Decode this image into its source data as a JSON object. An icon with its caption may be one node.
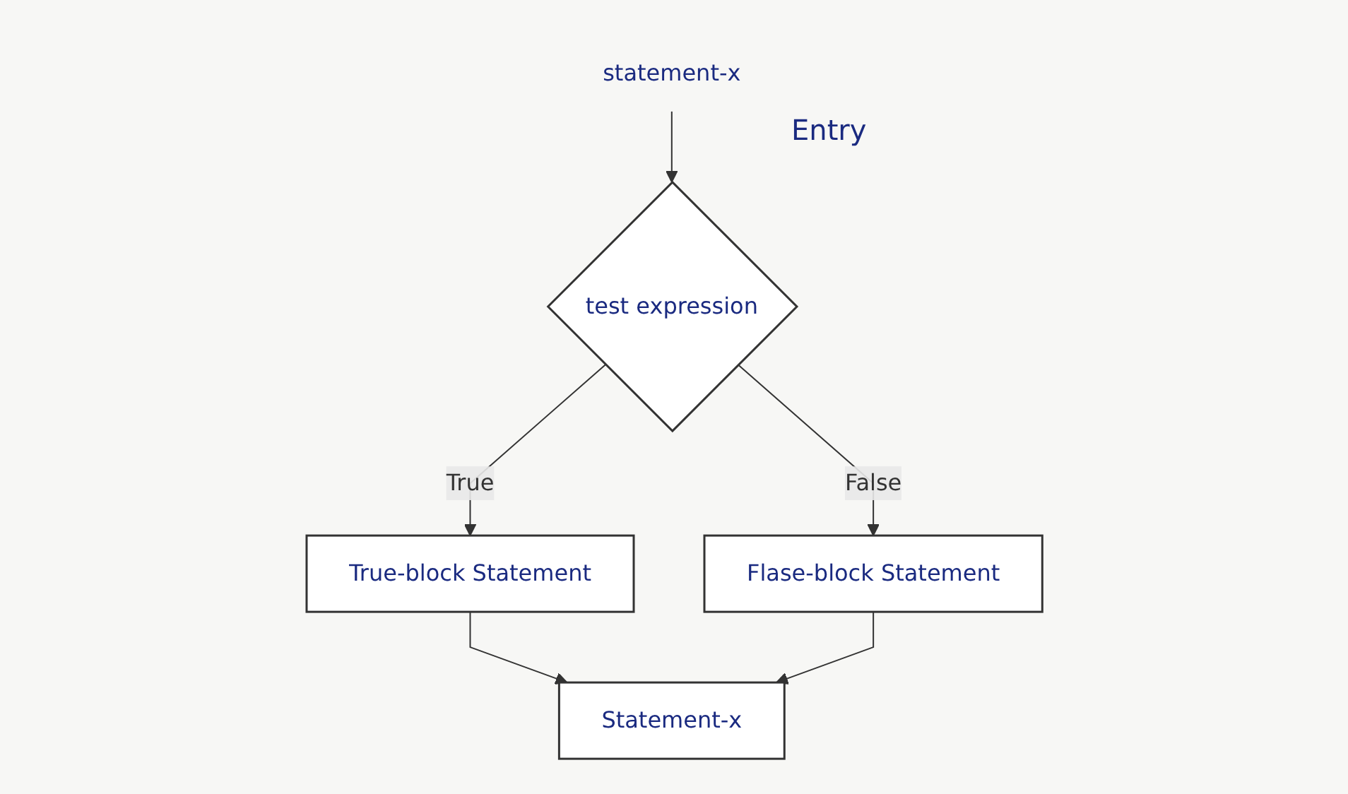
{
  "diagram": {
    "nodes": [
      {
        "text": [
          "statement-x"
        ]
      },
      {
        "text": [
          "test expression"
        ]
      },
      {
        "text": [
          "True-block Statement"
        ]
      },
      {
        "text": [
          "Flase-block Statement"
        ]
      },
      {
        "text": [
          "Statement-x"
        ]
      }
    ],
    "edges": [
      {
        "from": 0,
        "to": 1,
        "arrow": "to"
      },
      {
        "from": 1,
        "to": 2,
        "arrow": "to",
        "label": "True"
      },
      {
        "from": 1,
        "to": 3,
        "arrow": "to",
        "label": "False"
      },
      {
        "from": 2,
        "to": 4,
        "arrow": "to"
      },
      {
        "from": 3,
        "to": 4,
        "arrow": "to"
      }
    ],
    "labels": [
      "Entry"
    ]
  }
}
